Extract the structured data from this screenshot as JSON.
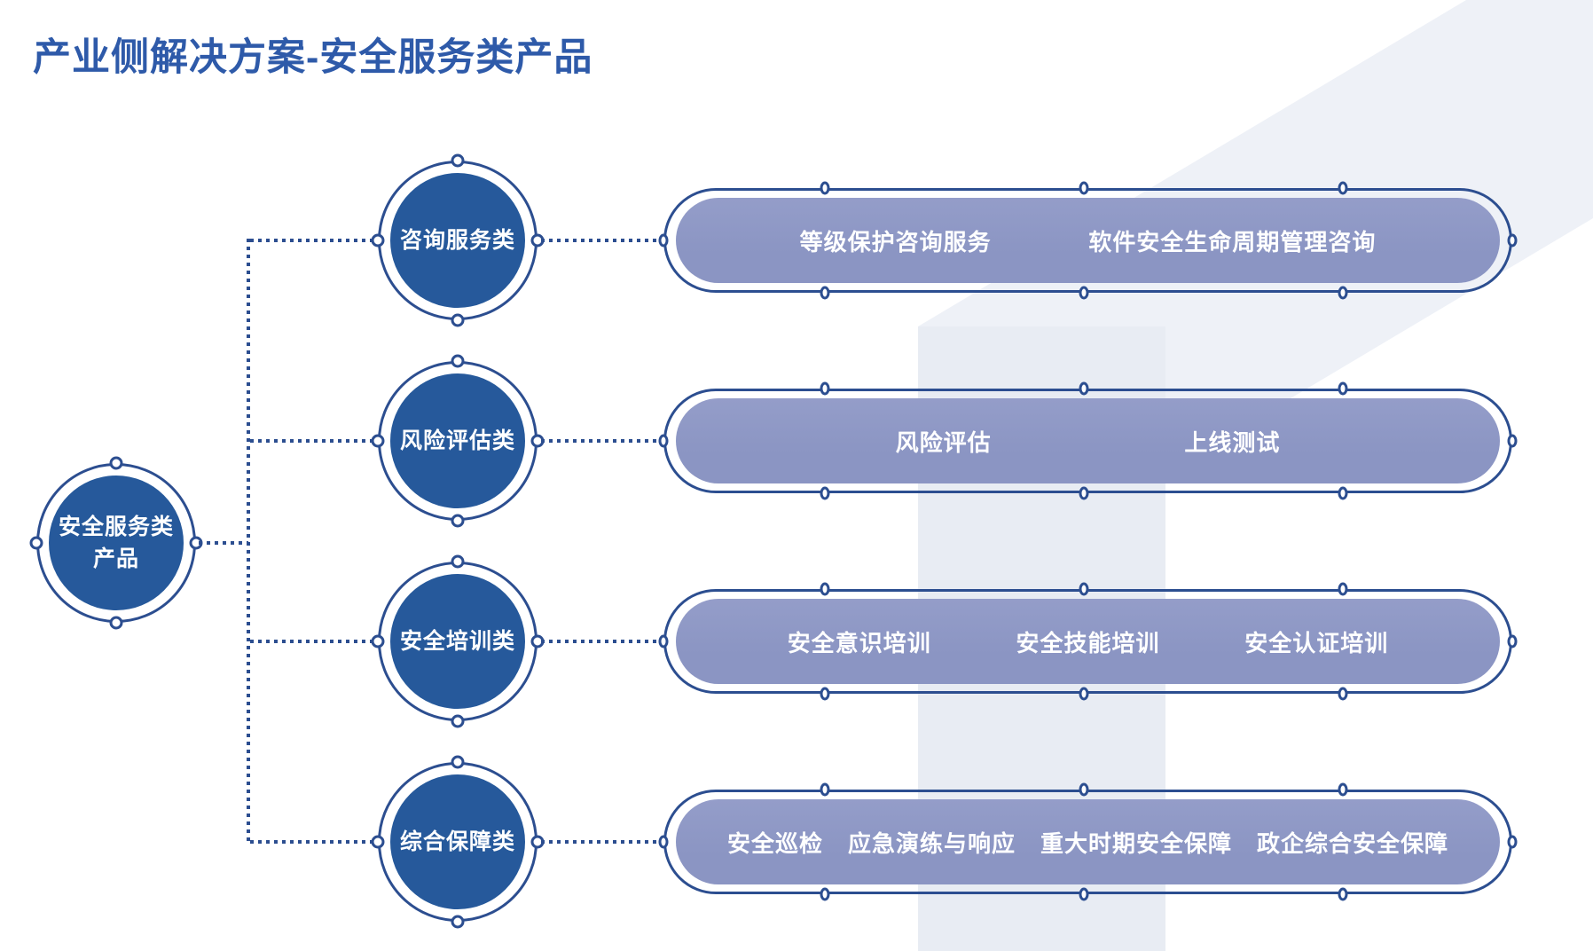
{
  "title": "产业侧解决方案-安全服务类产品",
  "root": {
    "label_lines": [
      "安全服务类",
      "产品"
    ]
  },
  "branches": [
    {
      "category": "咨询服务类",
      "items": [
        "等级保护咨询服务",
        "软件安全生命周期管理咨询"
      ]
    },
    {
      "category": "风险评估类",
      "items": [
        "风险评估",
        "上线测试"
      ]
    },
    {
      "category": "安全培训类",
      "items": [
        "安全意识培训",
        "安全技能培训",
        "安全认证培训"
      ]
    },
    {
      "category": "综合保障类",
      "items": [
        "安全巡检",
        "应急演练与响应",
        "重大时期安全保障",
        "政企综合安全保障"
      ]
    }
  ],
  "colors": {
    "line_navy": "#2c4e90",
    "node_fill": "#26599b",
    "pill_fill": "#8b95c3",
    "title_blue": "#2e5aa9",
    "band_diagonal": "#eef1f7",
    "band_vertical": "#e8ecf3",
    "text_on_fill": "#ffffff"
  }
}
